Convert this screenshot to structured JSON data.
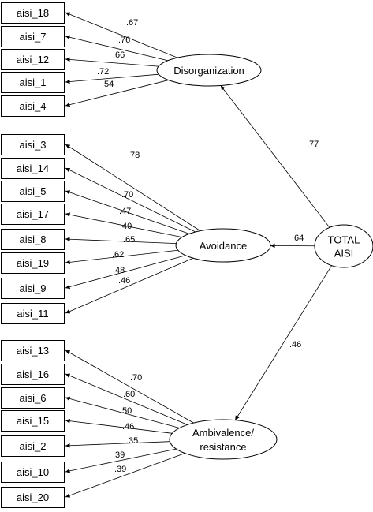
{
  "diagram": {
    "factors": [
      {
        "id": "disorg",
        "label_lines": [
          "Disorganization"
        ],
        "higher_loading": ".77",
        "indicators": [
          {
            "label": "aisi_18",
            "loading": ".67"
          },
          {
            "label": "aisi_7",
            "loading": ".76"
          },
          {
            "label": "aisi_12",
            "loading": ".66"
          },
          {
            "label": "aisi_1",
            "loading": ".72"
          },
          {
            "label": "aisi_4",
            "loading": ".54"
          }
        ]
      },
      {
        "id": "avoid",
        "label_lines": [
          "Avoidance"
        ],
        "higher_loading": ".64",
        "indicators": [
          {
            "label": "aisi_3",
            "loading": ".78"
          },
          {
            "label": "aisi_14",
            "loading": ".70"
          },
          {
            "label": "aisi_5",
            "loading": ".47"
          },
          {
            "label": "aisi_17",
            "loading": ".40"
          },
          {
            "label": "aisi_8",
            "loading": ".65"
          },
          {
            "label": "aisi_19",
            "loading": ".62"
          },
          {
            "label": "aisi_9",
            "loading": ".48"
          },
          {
            "label": "aisi_11",
            "loading": ".46"
          }
        ]
      },
      {
        "id": "ambiv",
        "label_lines": [
          "Ambivalence/",
          "resistance"
        ],
        "higher_loading": ".46",
        "indicators": [
          {
            "label": "aisi_13",
            "loading": ".70"
          },
          {
            "label": "aisi_16",
            "loading": ".60"
          },
          {
            "label": "aisi_6",
            "loading": ".50"
          },
          {
            "label": "aisi_15",
            "loading": ".46"
          },
          {
            "label": "aisi_2",
            "loading": ".35"
          },
          {
            "label": "aisi_10",
            "loading": ".39"
          },
          {
            "label": "aisi_20",
            "loading": ".39"
          }
        ]
      }
    ],
    "higher_factor": {
      "label_lines": [
        "TOTAL",
        "AISI"
      ]
    }
  }
}
